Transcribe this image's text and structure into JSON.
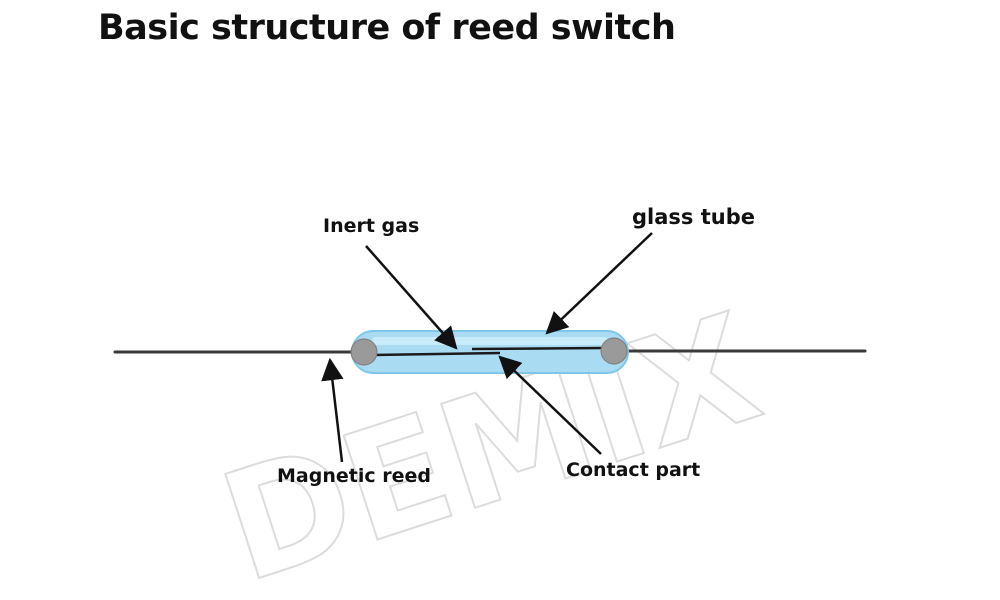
{
  "title": "Basic structure of reed switch",
  "labels": {
    "inert_gas": "Inert gas",
    "glass_tube": "glass tube",
    "magnetic_reed": "Magnetic reed",
    "contact_part": "Contact part"
  },
  "watermark": "DEMIX",
  "colors": {
    "glass": "#a9dcf2",
    "glass_edge": "#7fc6e8",
    "lead": "#3a3a3a",
    "seal": "#9a9a9a",
    "text": "#111111",
    "watermark": "#dcdcdc"
  }
}
